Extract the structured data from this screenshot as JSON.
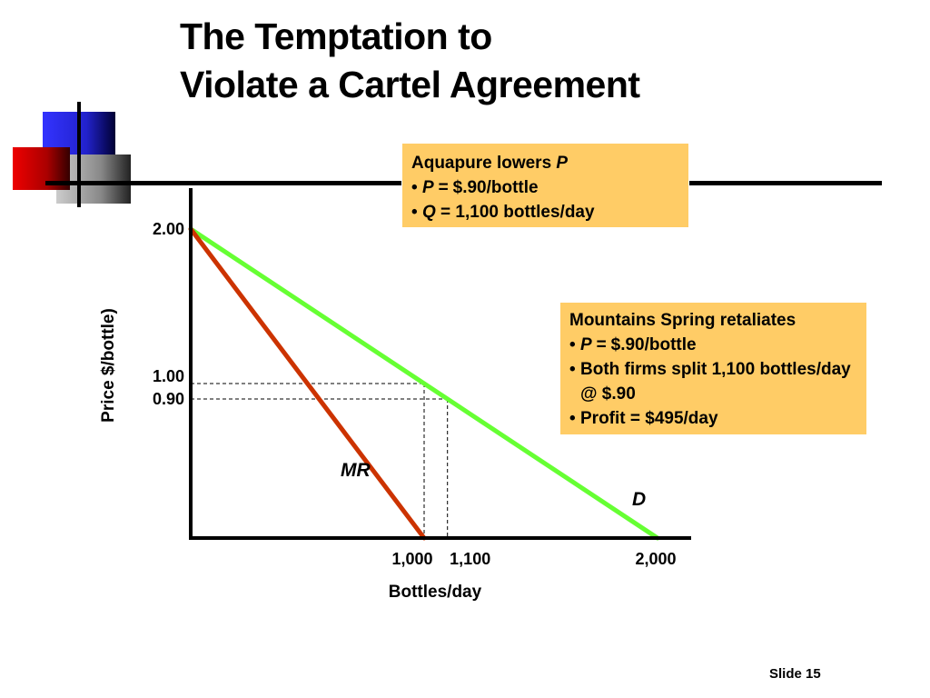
{
  "slide": {
    "title_line1": "The Temptation to",
    "title_line2": "Violate a Cartel Agreement",
    "slide_number": "Slide 15"
  },
  "colors": {
    "demand": "#66ff33",
    "mr": "#cc3300",
    "callout_bg": "#ffcc66",
    "logo_blue": "#3333ff",
    "logo_red": "#dd0000",
    "logo_gray": "#999999"
  },
  "callouts": [
    {
      "heading_text": "Aquapure lowers ",
      "heading_em": "P",
      "items": [
        {
          "bullet": "•",
          "em": "P =",
          "text": " $.90/bottle"
        },
        {
          "bullet": "•",
          "em": "Q",
          "text": " = 1,100 bottles/day"
        }
      ]
    },
    {
      "heading_text": "Mountains Spring retaliates",
      "heading_em": "",
      "items": [
        {
          "bullet": "•",
          "em": "P =",
          "text": " $.90/bottle"
        },
        {
          "bullet": "•",
          "em": "",
          "text": "Both firms split 1,100 bottles/day @ $.90"
        },
        {
          "bullet": "•",
          "em": "",
          "text": "Profit = $495/day"
        }
      ]
    }
  ],
  "chart_data": {
    "type": "line",
    "xlabel": "Bottles/day",
    "ylabel": "Price $/bottle)",
    "xlim": [
      0,
      2000
    ],
    "ylim": [
      0,
      2.0
    ],
    "x_ticks": [
      {
        "value": 1000,
        "label": "1,000"
      },
      {
        "value": 1100,
        "label": "1,100"
      },
      {
        "value": 2000,
        "label": "2,000"
      }
    ],
    "y_ticks": [
      {
        "value": 2.0,
        "label": "2.00"
      },
      {
        "value": 1.0,
        "label": "1.00"
      },
      {
        "value": 0.9,
        "label": "0.90"
      }
    ],
    "series": [
      {
        "name": "D",
        "x": [
          0,
          2000
        ],
        "y": [
          2.0,
          0
        ]
      },
      {
        "name": "MR",
        "x": [
          0,
          1000
        ],
        "y": [
          2.0,
          0
        ]
      }
    ],
    "guides": [
      {
        "x": 1000,
        "y": 1.0
      },
      {
        "x": 1100,
        "y": 0.9
      }
    ],
    "grid": false
  }
}
